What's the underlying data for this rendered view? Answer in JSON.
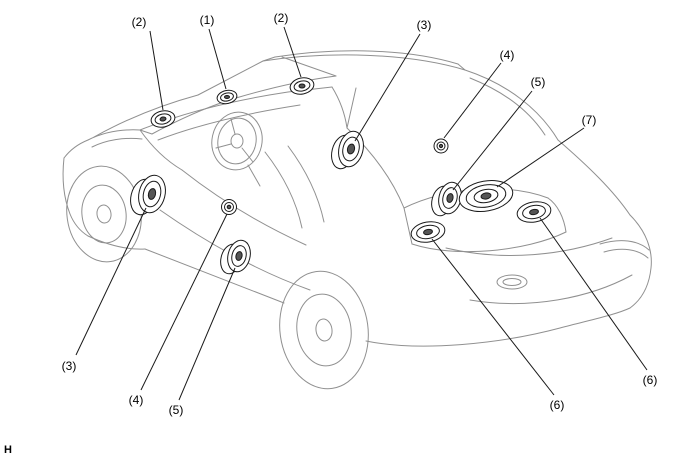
{
  "diagram": {
    "footer_mark": "H",
    "line_color": "#909090",
    "accent_color": "#1a1a1a",
    "callouts": [
      {
        "label": "(2)",
        "points_to": "instrument-panel-left-speaker"
      },
      {
        "label": "(1)",
        "points_to": "instrument-panel-center-speaker"
      },
      {
        "label": "(2)",
        "points_to": "instrument-panel-right-speaker"
      },
      {
        "label": "(3)",
        "points_to": "front-door-right-speaker"
      },
      {
        "label": "(4)",
        "points_to": "rear-door-right-tweeter"
      },
      {
        "label": "(5)",
        "points_to": "rear-door-right-speaker"
      },
      {
        "label": "(7)",
        "points_to": "rear-deck-center-speaker"
      },
      {
        "label": "(3)",
        "points_to": "front-door-left-speaker"
      },
      {
        "label": "(4)",
        "points_to": "rear-door-left-tweeter"
      },
      {
        "label": "(5)",
        "points_to": "rear-door-left-speaker"
      },
      {
        "label": "(6)",
        "points_to": "rear-deck-left-speaker"
      },
      {
        "label": "(6)",
        "points_to": "rear-deck-right-speaker"
      }
    ]
  }
}
